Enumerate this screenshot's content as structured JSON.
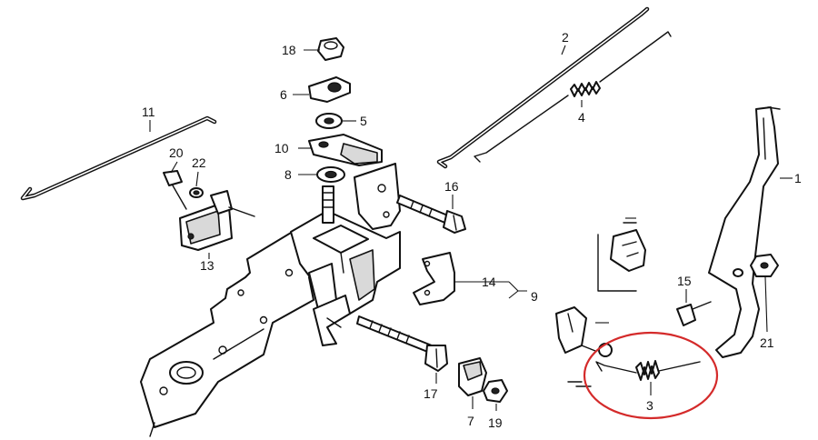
{
  "diagram": {
    "callouts": {
      "p1": "1",
      "p2": "2",
      "p3": "3",
      "p4": "4",
      "p5": "5",
      "p6": "6",
      "p7": "7",
      "p8": "8",
      "p9": "9",
      "p10": "10",
      "p11": "11",
      "p13": "13",
      "p14": "14",
      "p15": "15",
      "p16": "16",
      "p17": "17",
      "p18": "18",
      "p19": "19",
      "p20": "20",
      "p21": "21",
      "p22": "22"
    },
    "highlight_color": "#d42a2a",
    "line_color": "#111111"
  }
}
